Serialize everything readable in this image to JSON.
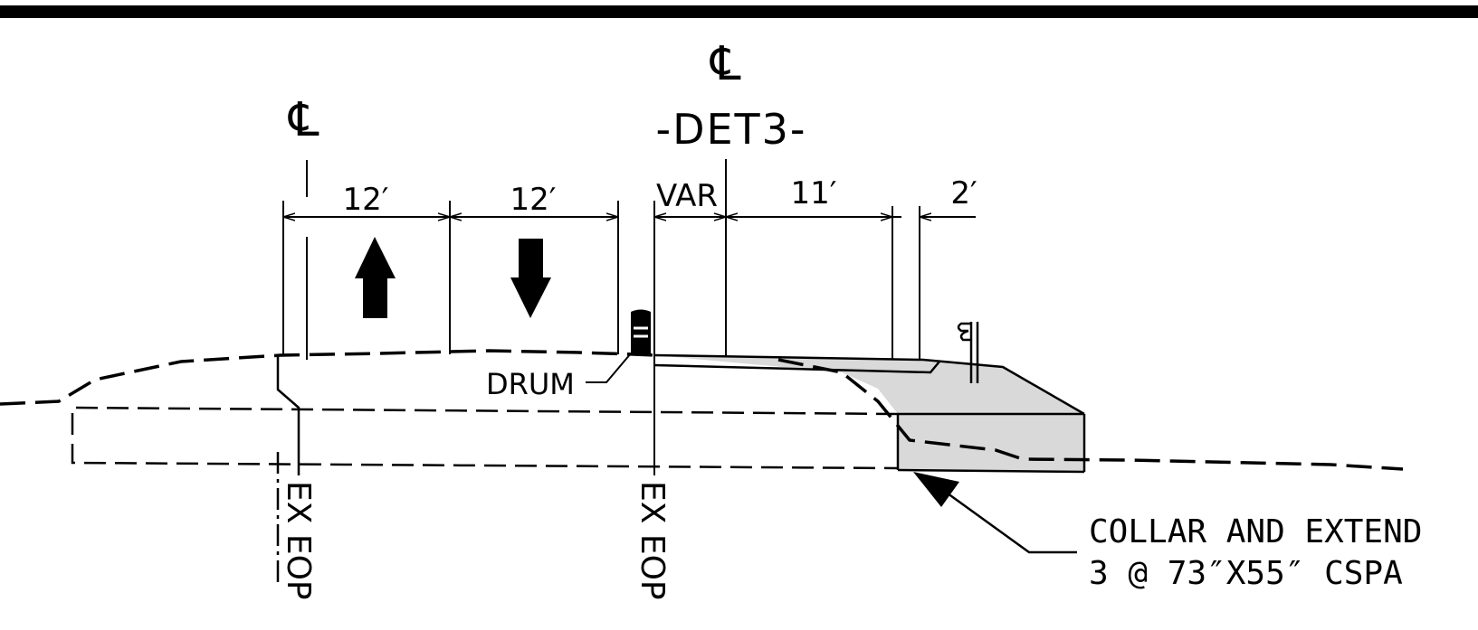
{
  "detail": {
    "title": "-DET3-",
    "centerline_symbol": "℄"
  },
  "dimensions": {
    "left_lane": "12′",
    "right_lane": "12′",
    "var": "VAR",
    "shoulder": "11′",
    "offset": "2′"
  },
  "labels": {
    "drum": "DRUM",
    "ex_eop": "EX EOP",
    "note_line1": "COLLAR AND EXTEND",
    "note_line2": "3 @ 73″X55″ CSPA"
  },
  "colors": {
    "line": "#000000",
    "fill_gray": "#d9d9d9",
    "background": "#ffffff"
  },
  "icons": [
    "arrow-up-icon",
    "arrow-down-icon",
    "drum-icon",
    "guardrail-post-icon"
  ]
}
